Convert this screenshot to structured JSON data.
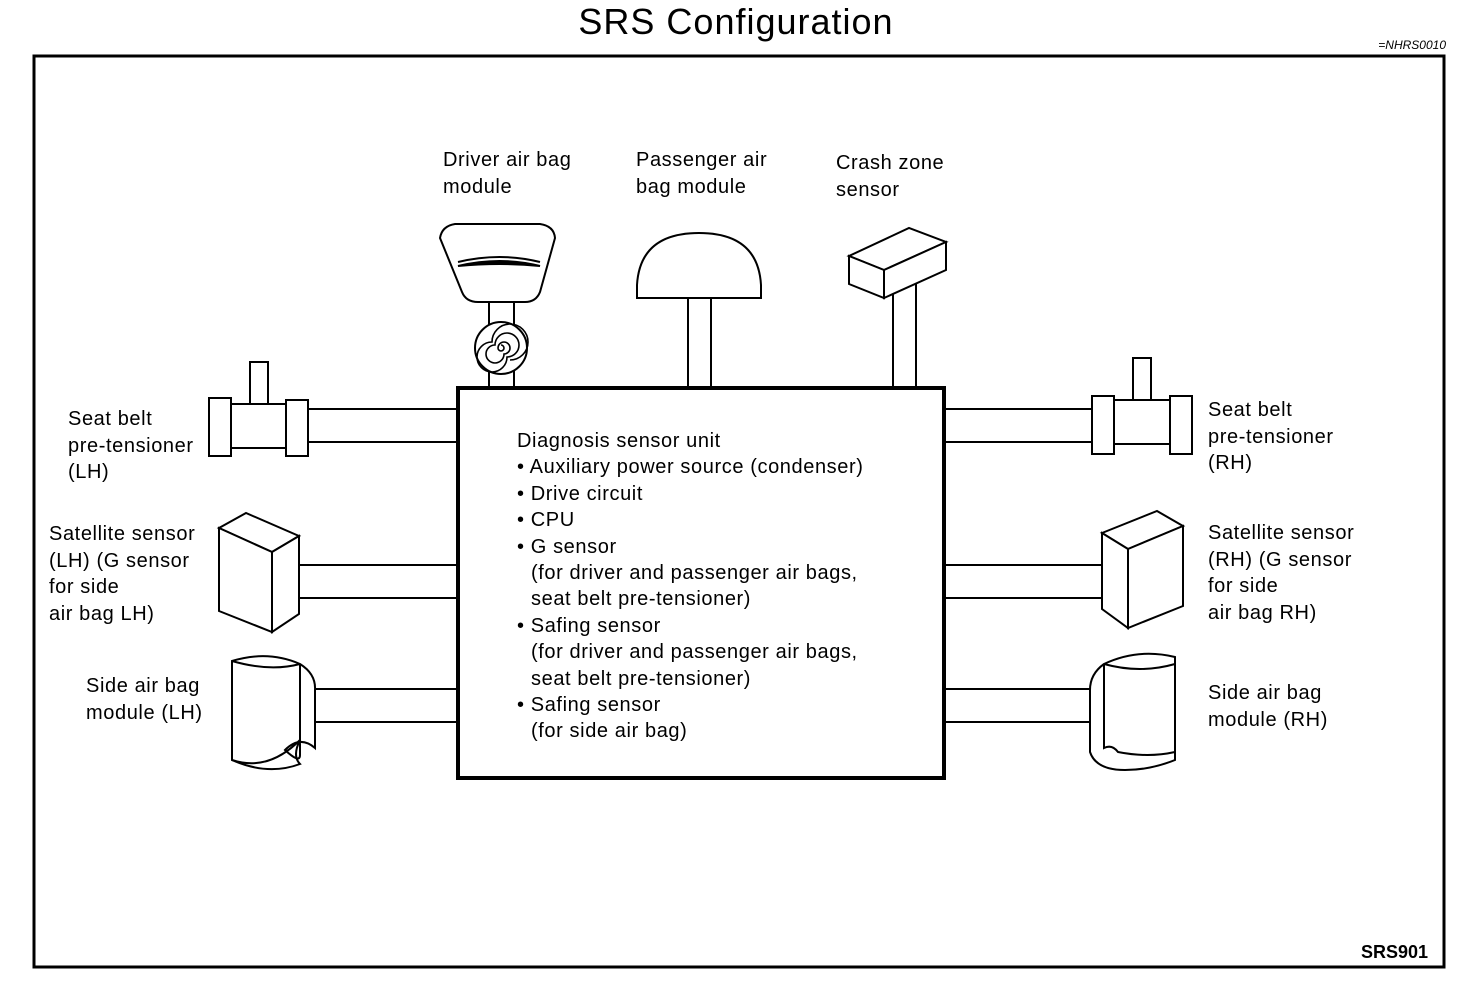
{
  "title": "SRS Configuration",
  "reference": "=NHRS0010",
  "figure_code": "SRS901",
  "labels": {
    "driver_airbag": "Driver air bag\nmodule",
    "passenger_airbag": "Passenger air\nbag module",
    "crash_zone": "Crash zone\nsensor",
    "seatbelt_lh": "Seat belt\npre-tensioner\n(LH)",
    "seatbelt_rh": "Seat belt\npre-tensioner\n(RH)",
    "satellite_lh": "Satellite sensor\n(LH) (G sensor\nfor side\nair bag LH)",
    "satellite_rh": "Satellite sensor\n(RH) (G sensor\nfor side\nair bag RH)",
    "side_airbag_lh": "Side air bag\nmodule (LH)",
    "side_airbag_rh": "Side air bag\nmodule (RH)"
  },
  "unit": {
    "heading": "Diagnosis sensor unit",
    "lines": [
      "• Auxiliary power source (condenser)",
      "• Drive circuit",
      "• CPU",
      "• G sensor",
      "(for driver and passenger air bags,",
      "seat belt pre-tensioner)",
      "• Safing sensor",
      "(for driver and passenger air bags,",
      "seat belt pre-tensioner)",
      "• Safing sensor",
      "(for side air bag)"
    ]
  }
}
